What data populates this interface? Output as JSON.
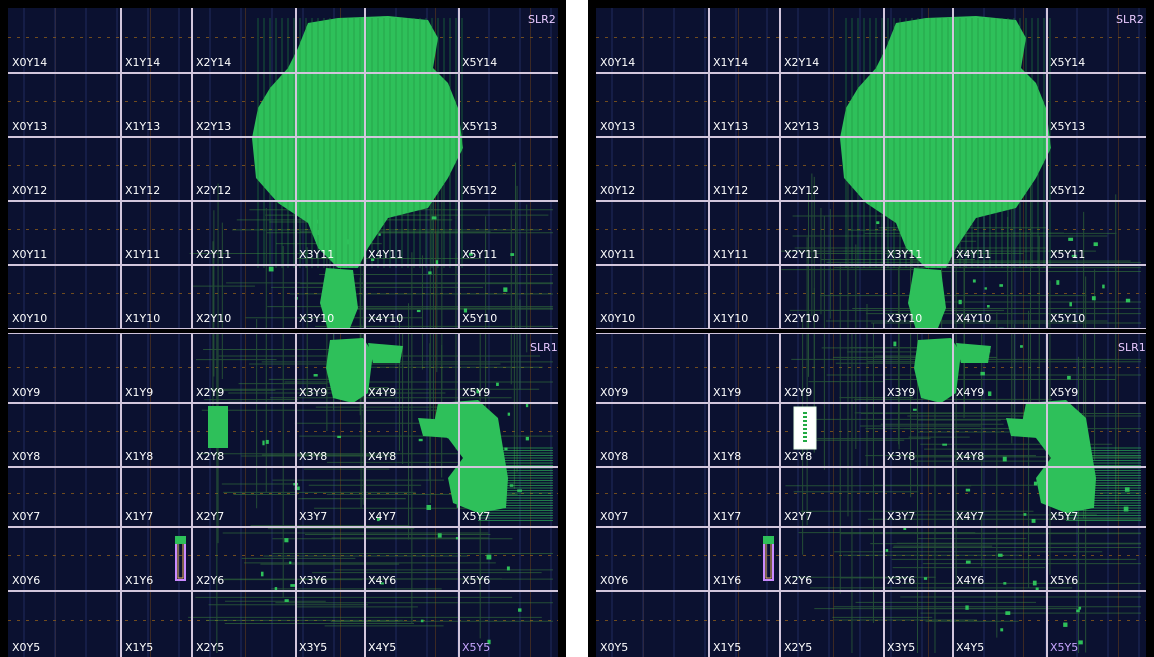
{
  "panels": [
    {
      "id": "left",
      "slr_labels": [
        "SLR2",
        "SLR1"
      ],
      "clock_regions": [
        [
          "X0Y14",
          "X1Y14",
          "X2Y14",
          "X5Y14"
        ],
        [
          "X0Y13",
          "X1Y13",
          "X2Y13",
          "X5Y13"
        ],
        [
          "X0Y12",
          "X1Y12",
          "X2Y12",
          "X5Y12"
        ],
        [
          "X0Y11",
          "X1Y11",
          "X2Y11",
          "X3Y11",
          "X4Y11",
          "X5Y11"
        ],
        [
          "X0Y10",
          "X1Y10",
          "X2Y10",
          "X3Y10",
          "X4Y10",
          "X5Y10"
        ],
        [
          "X0Y9",
          "X1Y9",
          "X2Y9",
          "X3Y9",
          "X4Y9",
          "X5Y9"
        ],
        [
          "X0Y8",
          "X1Y8",
          "X2Y8",
          "X3Y8",
          "X4Y8"
        ],
        [
          "X0Y7",
          "X1Y7",
          "X2Y7",
          "X3Y7",
          "X4Y7",
          "X5Y7"
        ],
        [
          "X0Y6",
          "X1Y6",
          "X2Y6",
          "X3Y6",
          "X4Y6",
          "X5Y6"
        ],
        [
          "X0Y5",
          "X1Y5",
          "X2Y5",
          "X3Y5",
          "X4Y5",
          "X5Y5"
        ]
      ],
      "highlight_region": "X5Y5",
      "pblock_style": "filled"
    },
    {
      "id": "right",
      "slr_labels": [
        "SLR2",
        "SLR1"
      ],
      "clock_regions": [
        [
          "X0Y14",
          "X1Y14",
          "X2Y14",
          "X5Y14"
        ],
        [
          "X0Y13",
          "X1Y13",
          "X2Y13",
          "X5Y13"
        ],
        [
          "X0Y12",
          "X1Y12",
          "X2Y12",
          "X5Y12"
        ],
        [
          "X0Y11",
          "X1Y11",
          "X2Y11",
          "X3Y11",
          "X4Y11",
          "X5Y11"
        ],
        [
          "X0Y10",
          "X1Y10",
          "X2Y10",
          "X3Y10",
          "X4Y10",
          "X5Y10"
        ],
        [
          "X0Y9",
          "X1Y9",
          "X2Y9",
          "X3Y9",
          "X4Y9",
          "X5Y9"
        ],
        [
          "X0Y8",
          "X1Y8",
          "X2Y8",
          "X3Y8",
          "X4Y8"
        ],
        [
          "X0Y7",
          "X1Y7",
          "X2Y7",
          "X3Y7",
          "X4Y7",
          "X5Y7"
        ],
        [
          "X0Y6",
          "X1Y6",
          "X2Y6",
          "X3Y6",
          "X4Y6",
          "X5Y6"
        ],
        [
          "X0Y5",
          "X1Y5",
          "X2Y5",
          "X3Y5",
          "X4Y5",
          "X5Y5"
        ]
      ],
      "highlight_region": "X5Y5",
      "pblock_style": "selected"
    }
  ],
  "colors": {
    "background": "#0b1130",
    "placed_logic": "#2ec05a",
    "placed_logic_dark": "#1f8f3e",
    "routing": "#3c8a3c",
    "region_border": "#d2c6dc",
    "selected_pblock": "#ffffff",
    "pblock_outline": "#c98aff"
  }
}
